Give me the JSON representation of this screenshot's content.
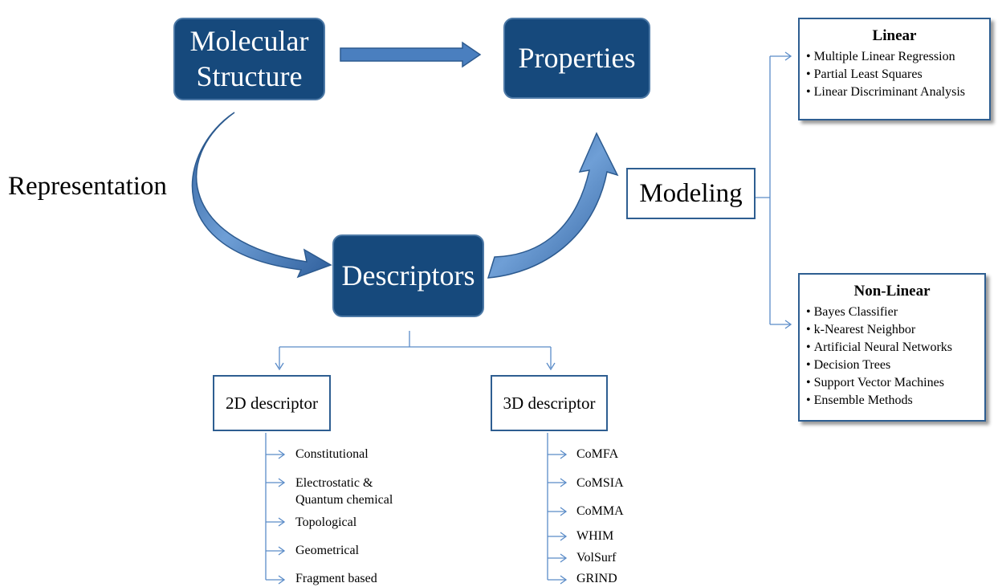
{
  "nodes": {
    "molecular_structure": "Molecular Structure",
    "properties": "Properties",
    "descriptors": "Descriptors",
    "representation": "Representation",
    "modeling": "Modeling",
    "descriptor_2d": "2D descriptor",
    "descriptor_3d": "3D descriptor"
  },
  "linear": {
    "title": "Linear",
    "items": [
      "Multiple Linear Regression",
      "Partial Least Squares",
      "Linear Discriminant Analysis"
    ]
  },
  "nonlinear": {
    "title": "Non-Linear",
    "items": [
      "Bayes Classifier",
      "k-Nearest Neighbor",
      "Artificial Neural Networks",
      "Decision Trees",
      "Support Vector Machines",
      "Ensemble Methods"
    ]
  },
  "list_2d": [
    "Constitutional",
    "Electrostatic &",
    "Quantum chemical",
    "Topological",
    "Geometrical",
    "Fragment based"
  ],
  "list_3d": [
    "CoMFA",
    "CoMSIA",
    "CoMMA",
    "WHIM",
    "VolSurf",
    "GRIND"
  ],
  "colors": {
    "box_fill": "#16497c",
    "box_border": "#4d79a6",
    "arrow_fill": "#3f74b4",
    "line": "#5b8cc8"
  }
}
